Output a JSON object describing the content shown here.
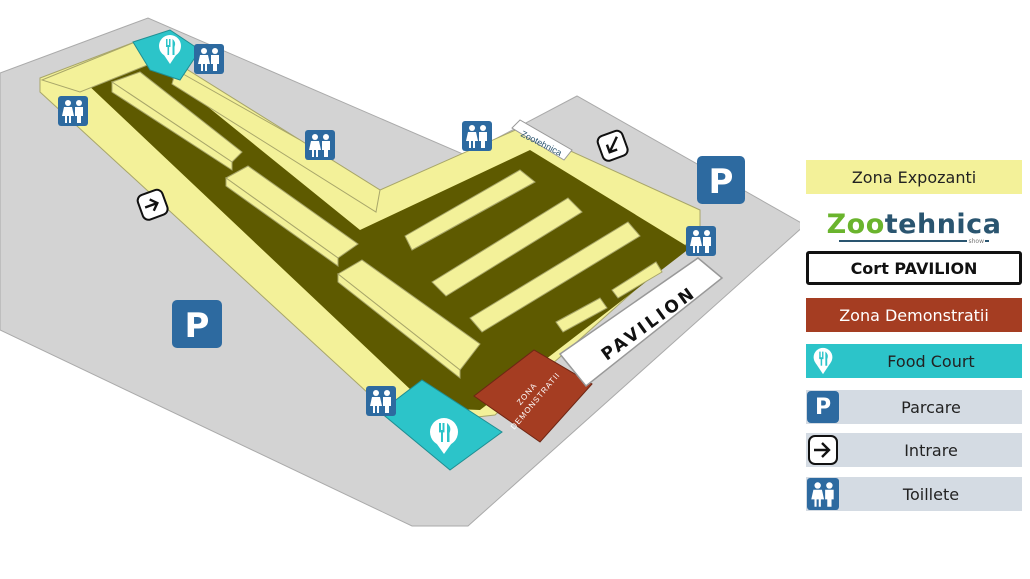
{
  "map": {
    "brand_sign": "Zootehnica",
    "pavilion_sign": "PAVILION",
    "demo_zone_sign_line1": "ZONA",
    "demo_zone_sign_line2": "DEMONSTRATII",
    "parking_sign": "P"
  },
  "legend": {
    "expozanti": "Zona Expozanti",
    "logo_green": "Zoo",
    "logo_dark": "tehnica",
    "logo_sub": "show",
    "cort": "Cort PAVILION",
    "demo": "Zona Demonstratii",
    "food": "Food Court",
    "parcare": "Parcare",
    "intrare": "Intrare",
    "toilete": "Toillete",
    "parking_letter": "P"
  },
  "colors": {
    "exhibitor_zone": "#f3f199",
    "food_court": "#2cc4c9",
    "demo_zone": "#a53d22",
    "parking_icon": "#2d6aa0",
    "aisle": "#5e5a00",
    "ground": "#d3d3d3",
    "legend_gray": "#d4dbe3"
  },
  "icons": [
    "fork-knife-icon",
    "toilet-icon",
    "parking-icon",
    "entrance-arrow-icon"
  ]
}
